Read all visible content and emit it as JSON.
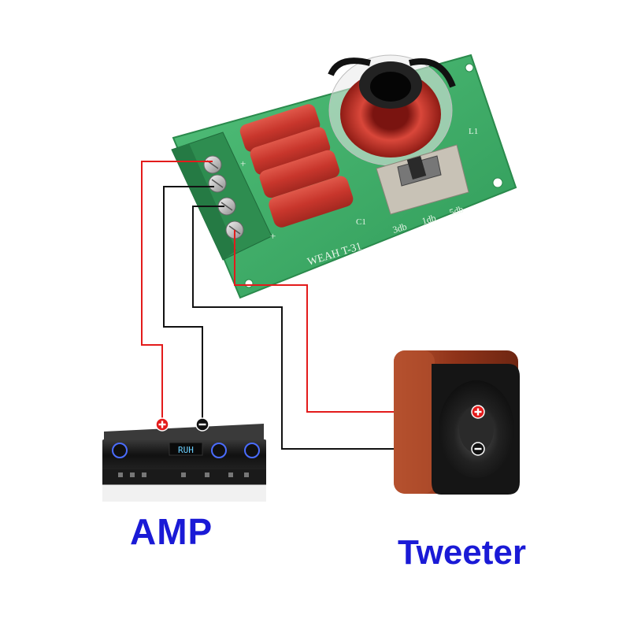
{
  "labels": {
    "amp": "AMP",
    "tweeter": "Tweeter"
  },
  "board": {
    "model": "WEAH T-31",
    "cap_label": "C1",
    "coil_label": "L1",
    "switch_positions": [
      "3db",
      "1db",
      "5db"
    ]
  },
  "terminals": {
    "plus_symbol": "+",
    "minus_symbol": "−"
  },
  "amp_display": "RUH",
  "colors": {
    "positive_wire": "#e31b1b",
    "negative_wire": "#111111",
    "label_blue": "#1a1ad6",
    "pcb_green": "#3fae67",
    "capacitor_red": "#c8362c",
    "coil_copper": "#c0392b",
    "tweeter_wood": "#9a3b22"
  }
}
